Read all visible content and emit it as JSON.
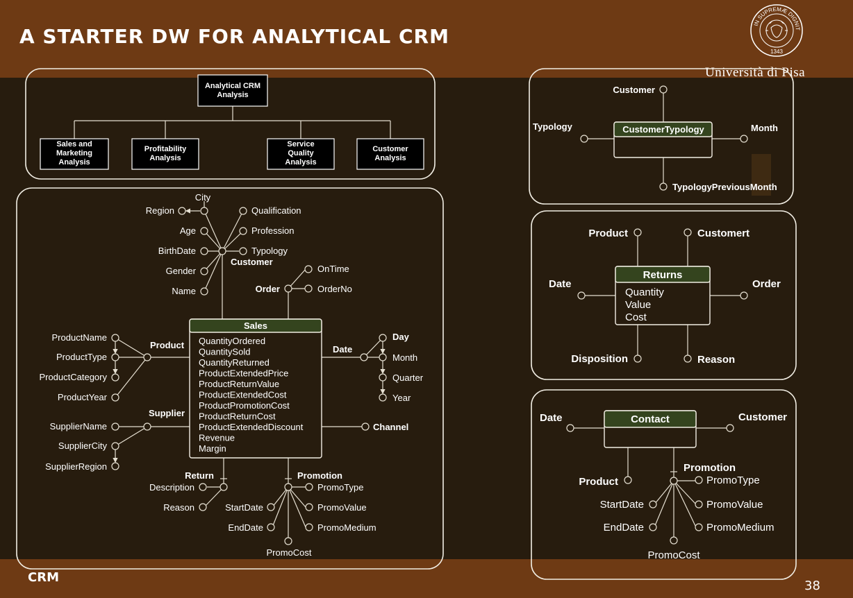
{
  "slide": {
    "title": "A STARTER DW FOR ANALYTICAL CRM",
    "footer": "CRM",
    "page_number": "38",
    "university": "Università di Pisa",
    "seal_text": "IN SUPREMÆ DIGNITATIS",
    "seal_year": "1343"
  },
  "hierarchy": {
    "root": "Analytical CRM\nAnalysis",
    "children": [
      "Sales and\nMarketing\nAnalysis",
      "Profitability\nAnalysis",
      "Service\nQuality\nAnalysis",
      "Customer\nAnalysis"
    ]
  },
  "sales": {
    "fact_name": "Sales",
    "measures": [
      "QuantityOrdered",
      "QuantitySold",
      "QuantityReturned",
      "ProductExtendedPrice",
      "ProductReturnValue",
      "ProductExtendedCost",
      "ProductPromotionCost",
      "ProductReturnCost",
      "ProductExtendedDiscount",
      "Revenue",
      "Margin"
    ],
    "customer": {
      "label": "Customer",
      "city": "City",
      "region": "Region",
      "age": "Age",
      "birthdate": "BirthDate",
      "gender": "Gender",
      "name": "Name",
      "qualification": "Qualification",
      "profession": "Profession",
      "typology": "Typology"
    },
    "order": {
      "label": "Order",
      "ontime": "OnTime",
      "orderno": "OrderNo"
    },
    "product": {
      "label": "Product",
      "name": "ProductName",
      "type": "ProductType",
      "category": "ProductCategory",
      "year": "ProductYear"
    },
    "date": {
      "label": "Date",
      "day": "Day",
      "month": "Month",
      "quarter": "Quarter",
      "year": "Year"
    },
    "supplier": {
      "label": "Supplier",
      "name": "SupplierName",
      "city": "SupplierCity",
      "region": "SupplierRegion"
    },
    "channel": "Channel",
    "return": {
      "label": "Return",
      "description": "Description",
      "reason": "Reason"
    },
    "promotion": {
      "label": "Promotion",
      "promotype": "PromoType",
      "promovalue": "PromoValue",
      "promomedium": "PromoMedium",
      "promocost": "PromoCost",
      "startdate": "StartDate",
      "enddate": "EndDate"
    }
  },
  "customer_typology": {
    "fact_name": "CustomerTypology",
    "customer": "Customer",
    "typology": "Typology",
    "month": "Month",
    "typology_previous_month": "TypologyPreviousMonth"
  },
  "returns": {
    "fact_name": "Returns",
    "measures": [
      "Quantity",
      "Value",
      "Cost"
    ],
    "product": "Product",
    "customer": "Customert",
    "date": "Date",
    "order": "Order",
    "disposition": "Disposition",
    "reason": "Reason"
  },
  "contact": {
    "fact_name": "Contact",
    "date": "Date",
    "customer": "Customer",
    "product": "Product",
    "promotion": "Promotion",
    "promotype": "PromoType",
    "promovalue": "PromoValue",
    "promomedium": "PromoMedium",
    "promocost": "PromoCost",
    "startdate": "StartDate",
    "enddate": "EndDate"
  },
  "colors": {
    "top_band": "#6e3a14",
    "background": "#271c0e",
    "fact_header": "#34441e",
    "panel_border": "#f2eee4",
    "line": "#e6e0d2"
  }
}
